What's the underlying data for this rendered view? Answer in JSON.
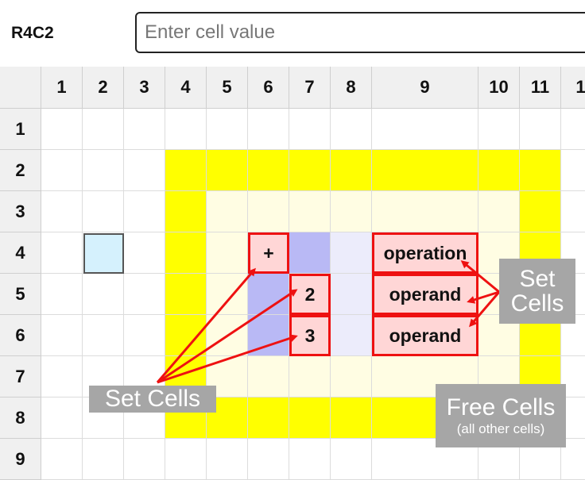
{
  "toolbar": {
    "cell_reference": "R4C2",
    "input_placeholder": "Enter cell value",
    "input_value": ""
  },
  "grid": {
    "column_headers": [
      "1",
      "2",
      "3",
      "4",
      "5",
      "6",
      "7",
      "8",
      "9",
      "10",
      "11",
      "1"
    ],
    "row_headers": [
      "1",
      "2",
      "3",
      "4",
      "5",
      "6",
      "7",
      "8",
      "9"
    ],
    "selected_cell": "R4C2"
  },
  "set_cells": [
    {
      "row": 4,
      "col": 6,
      "text": "+"
    },
    {
      "row": 5,
      "col": 7,
      "text": "2"
    },
    {
      "row": 6,
      "col": 7,
      "text": "3"
    },
    {
      "row": 4,
      "col": 9,
      "text": "operation"
    },
    {
      "row": 5,
      "col": 9,
      "text": "operand"
    },
    {
      "row": 6,
      "col": 9,
      "text": "operand"
    }
  ],
  "annotations": {
    "left_label": "Set Cells",
    "right_label_line1": "Set",
    "right_label_line2": "Cells",
    "free_label": "Free Cells",
    "free_sublabel": "(all other cells)"
  },
  "colors": {
    "border_yellow": "#ffff00",
    "inner_cream": "#fffde3",
    "lavender": "#b9b9f5",
    "pale_lavender": "#ececfb",
    "set_cell_fill": "#ffd6d6",
    "set_cell_border": "#ee1111",
    "selected_fill": "#d5f1fd",
    "label_bg": "#a6a6a6"
  }
}
